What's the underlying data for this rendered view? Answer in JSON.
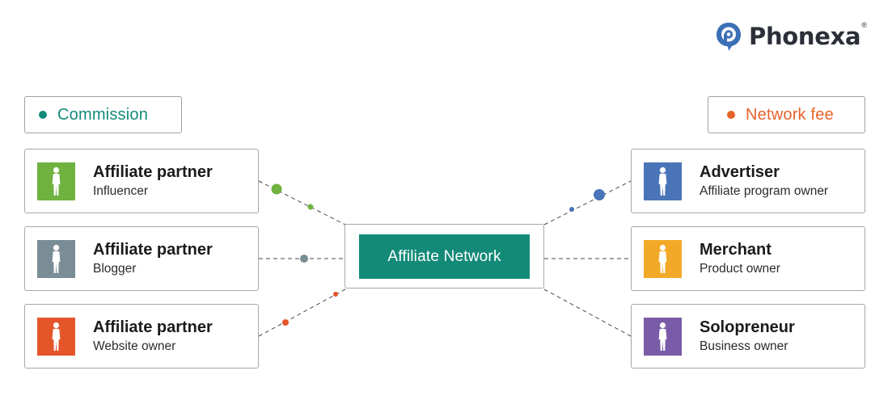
{
  "brand": {
    "name": "Phonexa",
    "reg": "®",
    "color": "#3b6fb6"
  },
  "legend": {
    "commission": {
      "label": "Commission",
      "color": "#138a78"
    },
    "network_fee": {
      "label": "Network fee",
      "color": "#e8622b"
    }
  },
  "center": {
    "label": "Affiliate Network",
    "color": "#138a78"
  },
  "left_nodes": [
    {
      "title": "Affiliate partner",
      "subtitle": "Influencer",
      "color": "#6fb240",
      "icon": "person-icon"
    },
    {
      "title": "Affiliate partner",
      "subtitle": "Blogger",
      "color": "#7a8d96",
      "icon": "person-icon"
    },
    {
      "title": "Affiliate partner",
      "subtitle": "Website owner",
      "color": "#e4552a",
      "icon": "person-icon"
    }
  ],
  "right_nodes": [
    {
      "title": "Advertiser",
      "subtitle": "Affiliate program owner",
      "color": "#4a74b8",
      "icon": "person-icon"
    },
    {
      "title": "Merchant",
      "subtitle": "Product owner",
      "color": "#f2a928",
      "icon": "person-icon"
    },
    {
      "title": "Solopreneur",
      "subtitle": "Business owner",
      "color": "#7a5ba8",
      "icon": "person-icon"
    }
  ]
}
